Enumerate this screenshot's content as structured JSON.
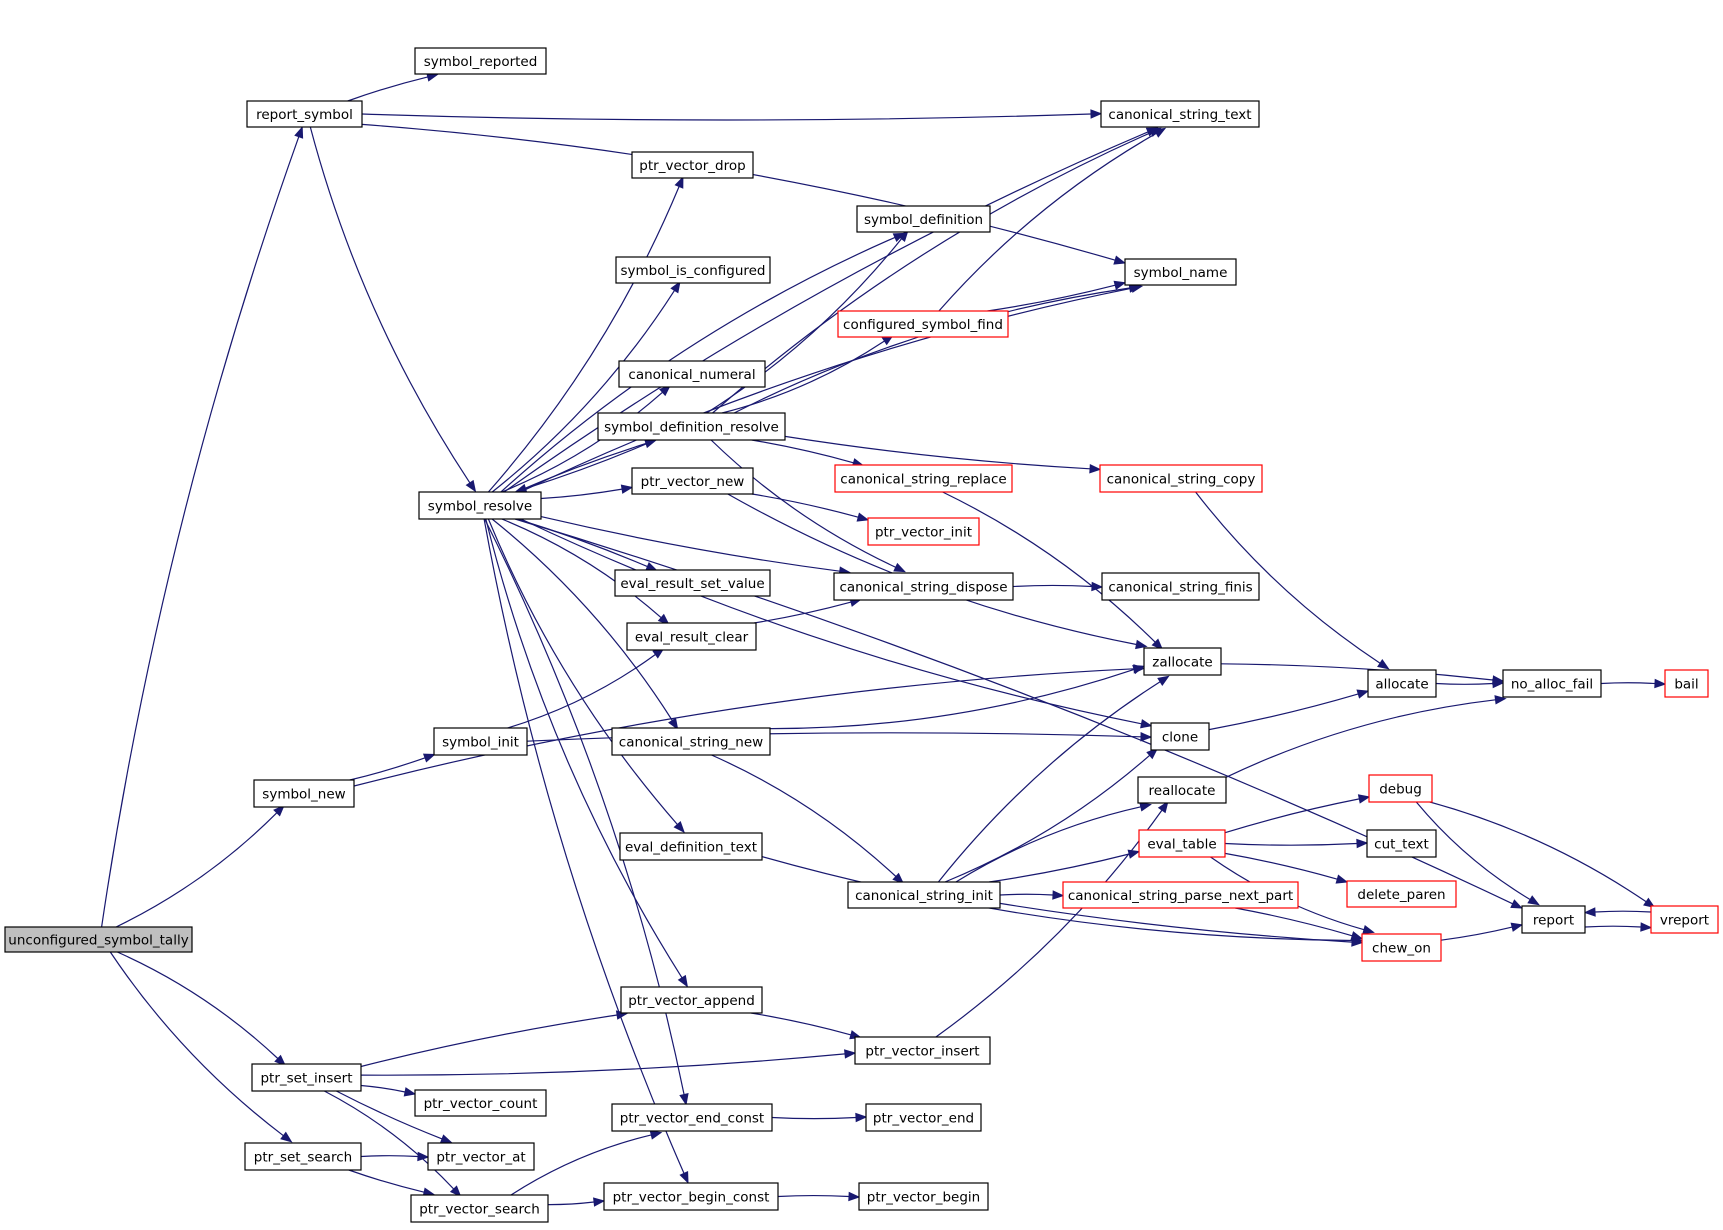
{
  "graph": {
    "title": "",
    "colors": {
      "edge": "#191970",
      "truncated_border": "#ff0000",
      "root_fill": "#bfbfbf",
      "node_border": "#000000"
    },
    "nodes": [
      {
        "id": "unconfigured_symbol_tally",
        "label": "unconfigured_symbol_tally",
        "root": true
      },
      {
        "id": "report_symbol",
        "label": "report_symbol"
      },
      {
        "id": "symbol_reported",
        "label": "symbol_reported"
      },
      {
        "id": "canonical_string_text",
        "label": "canonical_string_text"
      },
      {
        "id": "ptr_vector_drop",
        "label": "ptr_vector_drop"
      },
      {
        "id": "symbol_definition",
        "label": "symbol_definition"
      },
      {
        "id": "symbol_is_configured",
        "label": "symbol_is_configured"
      },
      {
        "id": "symbol_name",
        "label": "symbol_name"
      },
      {
        "id": "configured_symbol_find",
        "label": "configured_symbol_find",
        "truncated": true
      },
      {
        "id": "canonical_numeral",
        "label": "canonical_numeral"
      },
      {
        "id": "symbol_definition_resolve",
        "label": "symbol_definition_resolve"
      },
      {
        "id": "symbol_resolve",
        "label": "symbol_resolve"
      },
      {
        "id": "ptr_vector_new",
        "label": "ptr_vector_new"
      },
      {
        "id": "canonical_string_replace",
        "label": "canonical_string_replace",
        "truncated": true
      },
      {
        "id": "canonical_string_copy",
        "label": "canonical_string_copy",
        "truncated": true
      },
      {
        "id": "ptr_vector_init",
        "label": "ptr_vector_init",
        "truncated": true
      },
      {
        "id": "eval_result_set_value",
        "label": "eval_result_set_value"
      },
      {
        "id": "canonical_string_dispose",
        "label": "canonical_string_dispose"
      },
      {
        "id": "canonical_string_finis",
        "label": "canonical_string_finis"
      },
      {
        "id": "eval_result_clear",
        "label": "eval_result_clear"
      },
      {
        "id": "zallocate",
        "label": "zallocate"
      },
      {
        "id": "allocate",
        "label": "allocate"
      },
      {
        "id": "no_alloc_fail",
        "label": "no_alloc_fail"
      },
      {
        "id": "bail",
        "label": "bail",
        "truncated": true
      },
      {
        "id": "symbol_init",
        "label": "symbol_init"
      },
      {
        "id": "canonical_string_new",
        "label": "canonical_string_new"
      },
      {
        "id": "clone",
        "label": "clone"
      },
      {
        "id": "symbol_new",
        "label": "symbol_new"
      },
      {
        "id": "reallocate",
        "label": "reallocate"
      },
      {
        "id": "debug",
        "label": "debug",
        "truncated": true
      },
      {
        "id": "eval_definition_text",
        "label": "eval_definition_text"
      },
      {
        "id": "eval_table",
        "label": "eval_table",
        "truncated": true
      },
      {
        "id": "cut_text",
        "label": "cut_text"
      },
      {
        "id": "delete_paren",
        "label": "delete_paren",
        "truncated": true
      },
      {
        "id": "canonical_string_init",
        "label": "canonical_string_init"
      },
      {
        "id": "canonical_string_parse_next_part",
        "label": "canonical_string_parse_next_part",
        "truncated": true
      },
      {
        "id": "report",
        "label": "report"
      },
      {
        "id": "vreport",
        "label": "vreport",
        "truncated": true
      },
      {
        "id": "chew_on",
        "label": "chew_on",
        "truncated": true
      },
      {
        "id": "ptr_vector_append",
        "label": "ptr_vector_append"
      },
      {
        "id": "ptr_vector_insert",
        "label": "ptr_vector_insert"
      },
      {
        "id": "ptr_set_insert",
        "label": "ptr_set_insert"
      },
      {
        "id": "ptr_vector_count",
        "label": "ptr_vector_count"
      },
      {
        "id": "ptr_vector_end_const",
        "label": "ptr_vector_end_const"
      },
      {
        "id": "ptr_vector_end",
        "label": "ptr_vector_end"
      },
      {
        "id": "ptr_set_search",
        "label": "ptr_set_search"
      },
      {
        "id": "ptr_vector_at",
        "label": "ptr_vector_at"
      },
      {
        "id": "ptr_vector_search",
        "label": "ptr_vector_search"
      },
      {
        "id": "ptr_vector_begin_const",
        "label": "ptr_vector_begin_const"
      },
      {
        "id": "ptr_vector_begin",
        "label": "ptr_vector_begin"
      }
    ],
    "edges": [
      [
        "unconfigured_symbol_tally",
        "report_symbol"
      ],
      [
        "unconfigured_symbol_tally",
        "symbol_new"
      ],
      [
        "unconfigured_symbol_tally",
        "ptr_set_insert"
      ],
      [
        "unconfigured_symbol_tally",
        "ptr_set_search"
      ],
      [
        "report_symbol",
        "symbol_reported"
      ],
      [
        "report_symbol",
        "canonical_string_text"
      ],
      [
        "report_symbol",
        "symbol_name"
      ],
      [
        "report_symbol",
        "symbol_resolve"
      ],
      [
        "symbol_resolve",
        "canonical_string_text"
      ],
      [
        "symbol_resolve",
        "ptr_vector_drop"
      ],
      [
        "symbol_resolve",
        "symbol_name"
      ],
      [
        "symbol_resolve",
        "symbol_is_configured"
      ],
      [
        "symbol_resolve",
        "symbol_definition"
      ],
      [
        "symbol_resolve",
        "canonical_numeral"
      ],
      [
        "symbol_resolve",
        "symbol_definition_resolve"
      ],
      [
        "symbol_resolve",
        "ptr_vector_new"
      ],
      [
        "symbol_resolve",
        "eval_result_set_value"
      ],
      [
        "symbol_resolve",
        "canonical_string_dispose"
      ],
      [
        "symbol_resolve",
        "eval_result_clear"
      ],
      [
        "symbol_resolve",
        "clone"
      ],
      [
        "symbol_resolve",
        "canonical_string_new"
      ],
      [
        "symbol_resolve",
        "eval_definition_text"
      ],
      [
        "symbol_resolve",
        "report"
      ],
      [
        "symbol_resolve",
        "ptr_vector_append"
      ],
      [
        "symbol_resolve",
        "ptr_vector_end_const"
      ],
      [
        "symbol_resolve",
        "ptr_vector_begin_const"
      ],
      [
        "symbol_definition_resolve",
        "symbol_resolve"
      ],
      [
        "symbol_definition_resolve",
        "symbol_definition"
      ],
      [
        "symbol_definition_resolve",
        "canonical_string_text"
      ],
      [
        "symbol_definition_resolve",
        "configured_symbol_find"
      ],
      [
        "symbol_definition_resolve",
        "symbol_name"
      ],
      [
        "symbol_definition_resolve",
        "canonical_string_copy"
      ],
      [
        "symbol_definition_resolve",
        "canonical_string_replace"
      ],
      [
        "symbol_definition_resolve",
        "canonical_string_dispose"
      ],
      [
        "configured_symbol_find",
        "canonical_string_text"
      ],
      [
        "configured_symbol_find",
        "symbol_name"
      ],
      [
        "ptr_vector_new",
        "ptr_vector_init"
      ],
      [
        "ptr_vector_new",
        "zallocate"
      ],
      [
        "canonical_string_replace",
        "zallocate"
      ],
      [
        "canonical_string_copy",
        "allocate"
      ],
      [
        "canonical_string_dispose",
        "canonical_string_finis"
      ],
      [
        "eval_result_clear",
        "canonical_string_dispose"
      ],
      [
        "zallocate",
        "no_alloc_fail"
      ],
      [
        "allocate",
        "no_alloc_fail"
      ],
      [
        "no_alloc_fail",
        "bail"
      ],
      [
        "symbol_new",
        "symbol_init"
      ],
      [
        "symbol_new",
        "zallocate"
      ],
      [
        "symbol_init",
        "eval_result_clear"
      ],
      [
        "symbol_init",
        "clone"
      ],
      [
        "canonical_string_new",
        "zallocate"
      ],
      [
        "canonical_string_new",
        "canonical_string_init"
      ],
      [
        "clone",
        "allocate"
      ],
      [
        "reallocate",
        "no_alloc_fail"
      ],
      [
        "eval_definition_text",
        "chew_on"
      ],
      [
        "canonical_string_init",
        "zallocate"
      ],
      [
        "canonical_string_init",
        "clone"
      ],
      [
        "canonical_string_init",
        "reallocate"
      ],
      [
        "canonical_string_init",
        "eval_table"
      ],
      [
        "canonical_string_init",
        "canonical_string_parse_next_part"
      ],
      [
        "canonical_string_init",
        "chew_on"
      ],
      [
        "eval_table",
        "debug"
      ],
      [
        "eval_table",
        "cut_text"
      ],
      [
        "eval_table",
        "delete_paren"
      ],
      [
        "eval_table",
        "chew_on"
      ],
      [
        "canonical_string_parse_next_part",
        "chew_on"
      ],
      [
        "debug",
        "report"
      ],
      [
        "debug",
        "vreport"
      ],
      [
        "chew_on",
        "report"
      ],
      [
        "report",
        "vreport"
      ],
      [
        "vreport",
        "report"
      ],
      [
        "ptr_vector_append",
        "ptr_vector_insert"
      ],
      [
        "ptr_vector_insert",
        "reallocate"
      ],
      [
        "ptr_set_insert",
        "ptr_vector_append"
      ],
      [
        "ptr_set_insert",
        "ptr_vector_insert"
      ],
      [
        "ptr_set_insert",
        "ptr_vector_count"
      ],
      [
        "ptr_set_insert",
        "ptr_vector_at"
      ],
      [
        "ptr_set_insert",
        "ptr_vector_search"
      ],
      [
        "ptr_vector_end_const",
        "ptr_vector_end"
      ],
      [
        "ptr_set_search",
        "ptr_vector_at"
      ],
      [
        "ptr_set_search",
        "ptr_vector_search"
      ],
      [
        "ptr_vector_search",
        "ptr_vector_end_const"
      ],
      [
        "ptr_vector_search",
        "ptr_vector_begin_const"
      ],
      [
        "ptr_vector_begin_const",
        "ptr_vector_begin"
      ]
    ]
  }
}
